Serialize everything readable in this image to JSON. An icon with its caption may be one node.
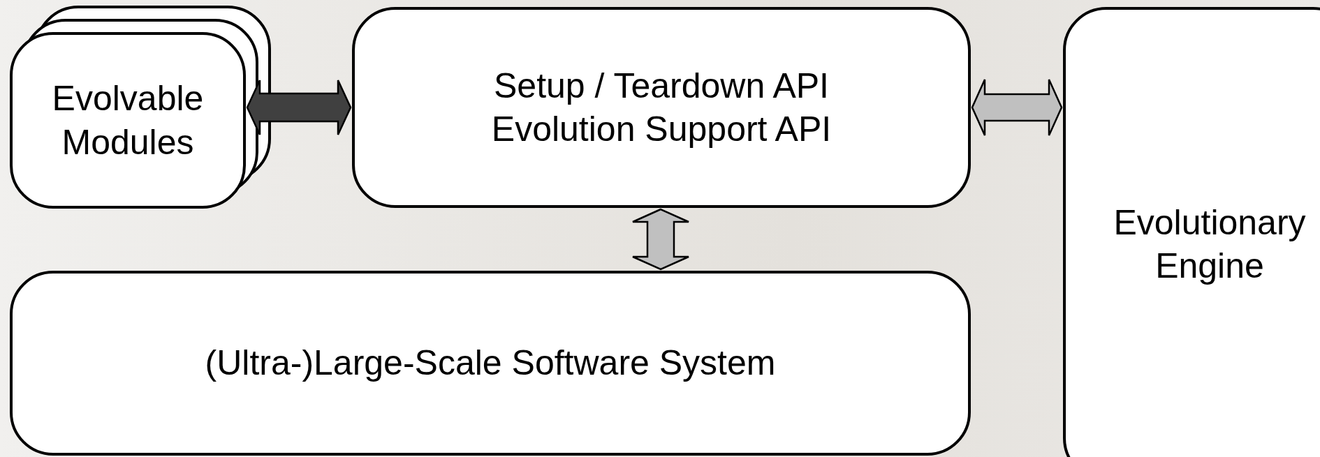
{
  "diagram": {
    "nodes": [
      {
        "text": [
          "Evolvable Modules"
        ]
      },
      {
        "text": [
          "Setup / Teardown API",
          "Evolution Support API"
        ]
      },
      {
        "text": [
          "Evolutionary Engine"
        ]
      },
      {
        "text": [
          "(Ultra-)Large-Scale Software System"
        ]
      }
    ],
    "edges": [
      {
        "from": 0,
        "to": 1,
        "arrow": "both",
        "color": "#404040"
      },
      {
        "from": 1,
        "to": 2,
        "arrow": "both"
      },
      {
        "from": 1,
        "to": 3,
        "arrow": "both"
      }
    ]
  }
}
